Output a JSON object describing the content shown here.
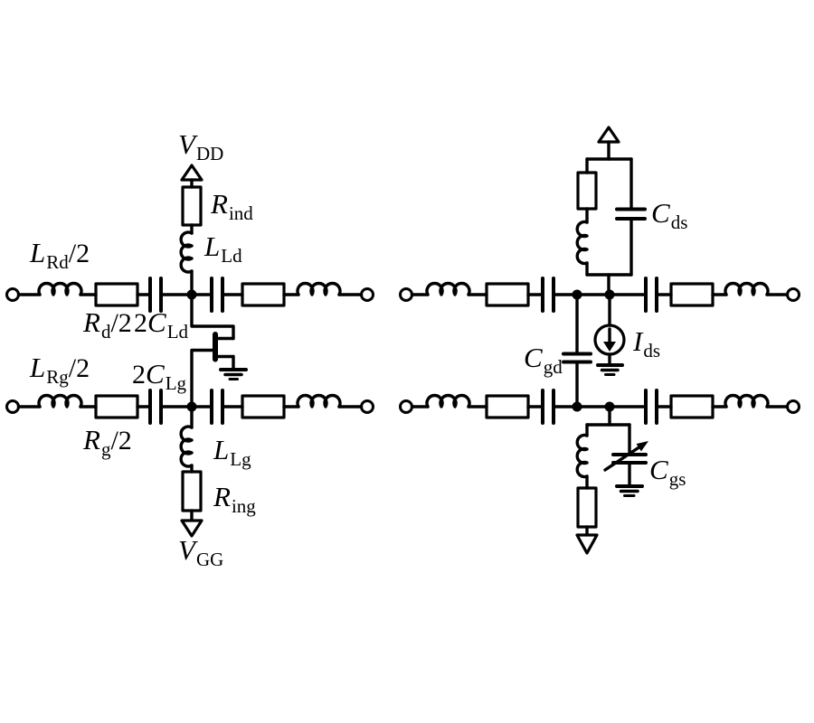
{
  "page": {
    "background": "#ffffff",
    "ink": "#000000"
  },
  "diagram": {
    "type": "circuit-schematic",
    "labels": {
      "vdd": {
        "var": "V",
        "sub": "DD"
      },
      "rind": {
        "var": "R",
        "sub": "ind"
      },
      "lld": {
        "var": "L",
        "sub": "Ld"
      },
      "lrd2": {
        "var": "L",
        "sub": "Rd",
        "suf": "/2"
      },
      "rd2": {
        "var": "R",
        "sub": "d",
        "suf": "/2"
      },
      "cld2": {
        "pre": "2",
        "var": "C",
        "sub": "Ld"
      },
      "lrg2": {
        "var": "L",
        "sub": "Rg",
        "suf": "/2"
      },
      "clg2": {
        "pre": "2",
        "var": "C",
        "sub": "Lg"
      },
      "rg2": {
        "var": "R",
        "sub": "g",
        "suf": "/2"
      },
      "llg": {
        "var": "L",
        "sub": "Lg"
      },
      "ring": {
        "var": "R",
        "sub": "ing"
      },
      "vgg": {
        "var": "V",
        "sub": "GG"
      },
      "cds": {
        "var": "C",
        "sub": "ds"
      },
      "cgd": {
        "var": "C",
        "sub": "gd"
      },
      "ids": {
        "var": "I",
        "sub": "ds"
      },
      "cgs": {
        "var": "C",
        "sub": "gs"
      }
    }
  }
}
